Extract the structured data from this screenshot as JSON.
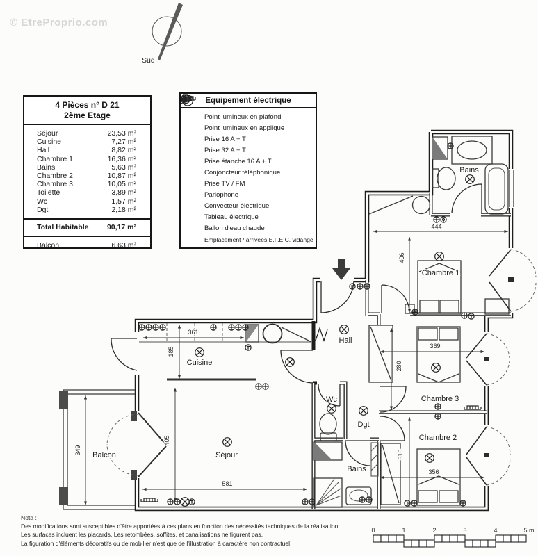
{
  "watermark": "© EtreProprio.com",
  "compass": {
    "label": "Sud"
  },
  "area_table": {
    "title_line1": "4 Pièces n° D 21",
    "title_line2": "2ème Etage",
    "rows": [
      {
        "name": "Séjour",
        "value": "23,53 m²"
      },
      {
        "name": "Cuisine",
        "value": "7,27 m²"
      },
      {
        "name": "Hall",
        "value": "8,82 m²"
      },
      {
        "name": "Chambre 1",
        "value": "16,36 m²"
      },
      {
        "name": "Bains",
        "value": "5,63 m²"
      },
      {
        "name": "Chambre 2",
        "value": "10,87 m²"
      },
      {
        "name": "Chambre 3",
        "value": "10,05 m²"
      },
      {
        "name": "Toilette",
        "value": "3,89 m²"
      },
      {
        "name": "Wc",
        "value": "1,57 m²"
      },
      {
        "name": "Dgt",
        "value": "2,18 m²"
      }
    ],
    "total": {
      "name": "Total Habitable",
      "value": "90,17 m²"
    },
    "balcony": {
      "name": "Balcon",
      "value": "6,63 m²"
    }
  },
  "legend": {
    "title": "Equipement électrique",
    "items": [
      {
        "icon": "ceiling-light",
        "label": "Point lumineux en plafond"
      },
      {
        "icon": "wall-light",
        "label": "Point lumineux en applique"
      },
      {
        "icon": "socket-16a",
        "label": "Prise 16 A + T"
      },
      {
        "icon": "socket-32a",
        "label": "Prise 32 A + T"
      },
      {
        "icon": "socket-waterproof",
        "label": "Prise étanche 16 A + T"
      },
      {
        "icon": "phone-jack",
        "label": "Conjoncteur téléphonique"
      },
      {
        "icon": "tv-fm",
        "label": "Prise TV / FM"
      },
      {
        "icon": "intercom",
        "label": "Parlophone"
      },
      {
        "icon": "convector",
        "label": "Convecteur électrique"
      },
      {
        "icon": "electrical-panel",
        "label": "Tableau électrique"
      },
      {
        "icon": "water-heater",
        "label": "Ballon d'eau chaude"
      },
      {
        "icon": "efec-drain",
        "label": "Emplacement / arrivées E.F.E.C. vidange"
      }
    ]
  },
  "plan": {
    "rooms": {
      "bains_top": "Bains",
      "chambre1": "Chambre 1",
      "hall": "Hall",
      "cuisine": "Cuisine",
      "wc": "Wc",
      "dgt": "Dgt",
      "sejour": "Séjour",
      "balcon": "Balcon",
      "bains_bottom": "Bains",
      "chambre3": "Chambre 3",
      "chambre2": "Chambre 2"
    },
    "dimensions": {
      "d444": "444",
      "d406": "406",
      "d369": "369",
      "d280": "280",
      "d361": "361",
      "d185": "185",
      "d405": "405",
      "d349": "349",
      "d581": "581",
      "d310": "310",
      "d356": "356"
    }
  },
  "scale_bar": {
    "labels": [
      "0",
      "1",
      "2",
      "3",
      "4",
      "5 m"
    ]
  },
  "nota": {
    "line1": "Nota :",
    "line2": "Des modifications sont susceptibles d'être apportées à ces plans en fonction des nécessités techniques de la réalisation.",
    "line3": "Les surfaces incluent les placards. Les retombées, soffites, et canalisations ne figurent pas.",
    "line4": "La figuration d'éléments décoratifs ou de mobilier n'est que de l'illustration à caractère non contractuel."
  }
}
